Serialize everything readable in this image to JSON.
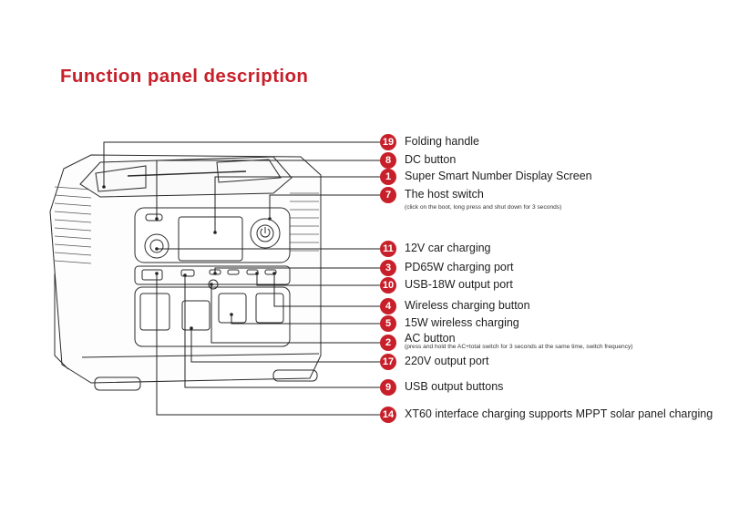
{
  "title": "Function panel description",
  "colors": {
    "accent": "#c8202a",
    "line": "#222222",
    "text": "#1e1e1e"
  },
  "callouts": [
    {
      "num": "19",
      "label": "Folding handle"
    },
    {
      "num": "8",
      "label": "DC button"
    },
    {
      "num": "1",
      "label": "Super Smart Number Display Screen"
    },
    {
      "num": "7",
      "label": "The host switch",
      "sub": "(click on the boot, long press and shut down for 3 seconds)"
    },
    {
      "num": "11",
      "label": "12V car charging"
    },
    {
      "num": "3",
      "label": "PD65W charging port"
    },
    {
      "num": "10",
      "label": "USB-18W output port"
    },
    {
      "num": "4",
      "label": "Wireless charging button"
    },
    {
      "num": "5",
      "label": "15W wireless charging"
    },
    {
      "num": "2",
      "label": "AC button",
      "sub": "(press and hold the AC+total switch for 3 seconds at the same time, switch frequency)"
    },
    {
      "num": "17",
      "label": "220V output port"
    },
    {
      "num": "9",
      "label": "USB output buttons"
    },
    {
      "num": "14",
      "label": "XT60 interface charging supports MPPT solar panel charging"
    }
  ]
}
